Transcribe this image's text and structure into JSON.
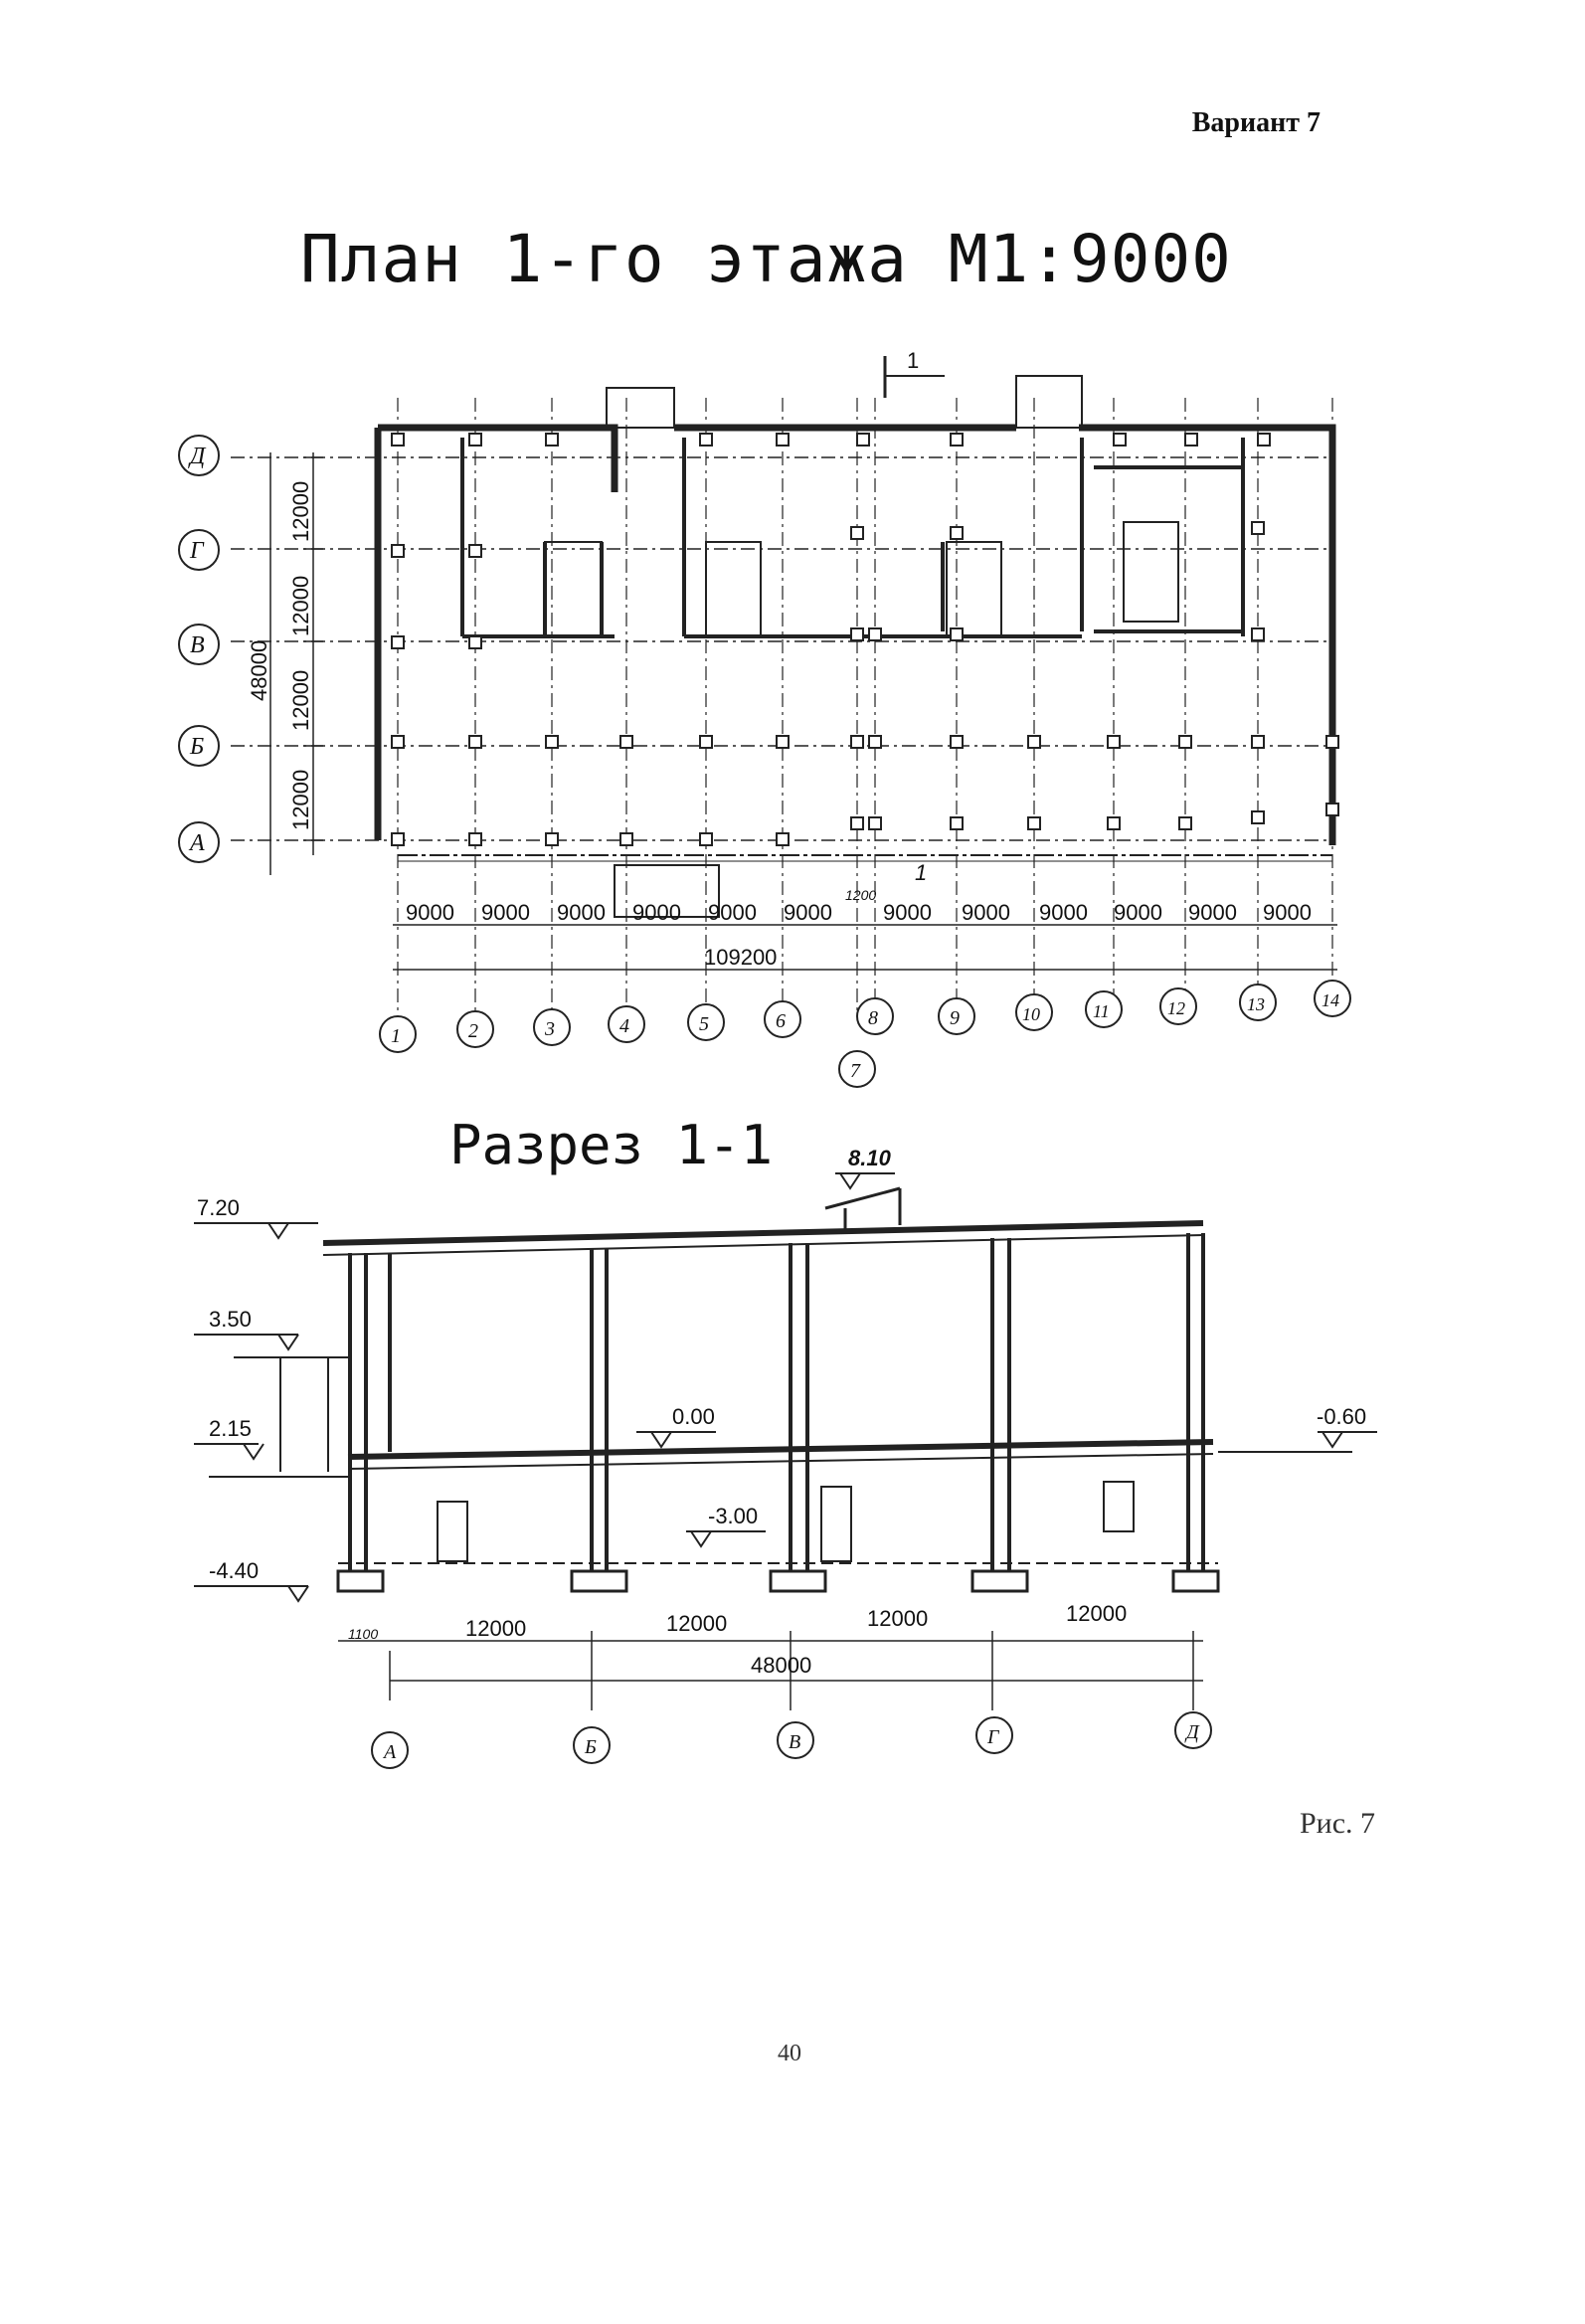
{
  "header": {
    "variant": "Вариант 7"
  },
  "plan": {
    "title": "План 1-го этажа  М1:9000",
    "section_mark": "1",
    "row_axes": [
      "Д",
      "Г",
      "В",
      "Б",
      "А"
    ],
    "row_dims": [
      "12000",
      "12000",
      "12000",
      "12000"
    ],
    "total_height": "48000",
    "col_axes": [
      "1",
      "2",
      "3",
      "4",
      "5",
      "6",
      "7",
      "8",
      "9",
      "10",
      "11",
      "12",
      "13",
      "14"
    ],
    "col_dims": [
      "9000",
      "9000",
      "9000",
      "9000",
      "9000",
      "9000",
      "9000",
      "9000",
      "9000",
      "9000",
      "9000",
      "9000"
    ],
    "small_dim": "1200",
    "total_width": "109200"
  },
  "section": {
    "title": "Разрез 1-1",
    "levels": [
      "8.10",
      "7.20",
      "3.50",
      "2.15",
      "0.00",
      "-0.60",
      "-3.00",
      "-4.40"
    ],
    "dims": [
      "12000",
      "12000",
      "12000",
      "12000"
    ],
    "edge_dim": "1100",
    "total": "48000",
    "axes": [
      "А",
      "Б",
      "В",
      "Г",
      "Д"
    ]
  },
  "figure_caption": "Рис. 7",
  "page_number": "40"
}
